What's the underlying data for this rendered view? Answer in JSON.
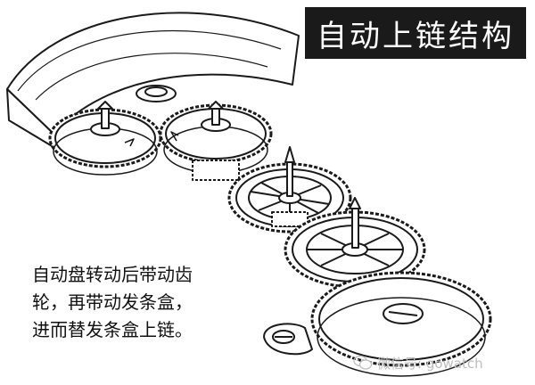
{
  "title": "自动上链结构",
  "caption": {
    "lines": [
      "自动盘转动后带动齿",
      "轮，再带动发条盒，",
      "进而替发条盒上链。"
    ]
  },
  "watermark": {
    "text": "微信号: gowatch",
    "icon": "wechat-icon"
  },
  "colors": {
    "ink": "#1a1a1a",
    "paper": "#ffffff",
    "title_bg": "#1a1a1a",
    "watermark": "#bdbdbd"
  }
}
